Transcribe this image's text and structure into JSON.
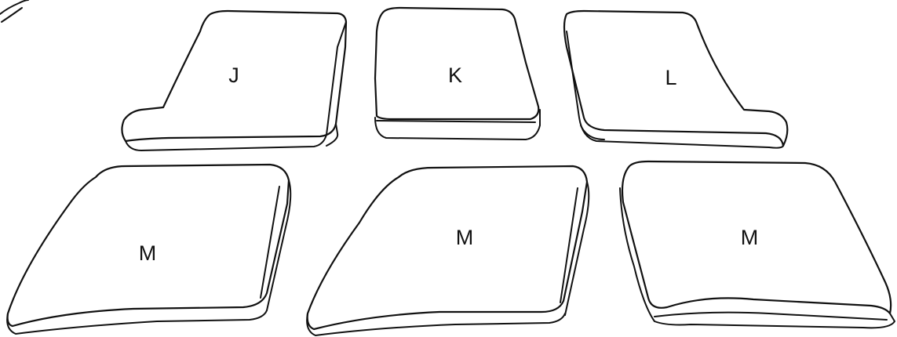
{
  "pieces": [
    {
      "label": "J"
    },
    {
      "label": "K"
    },
    {
      "label": "L"
    },
    {
      "label": "M"
    },
    {
      "label": "M"
    },
    {
      "label": "M"
    }
  ],
  "colors": {
    "line": "#111111",
    "fill": "#ffffff",
    "background": "#ffffff"
  }
}
